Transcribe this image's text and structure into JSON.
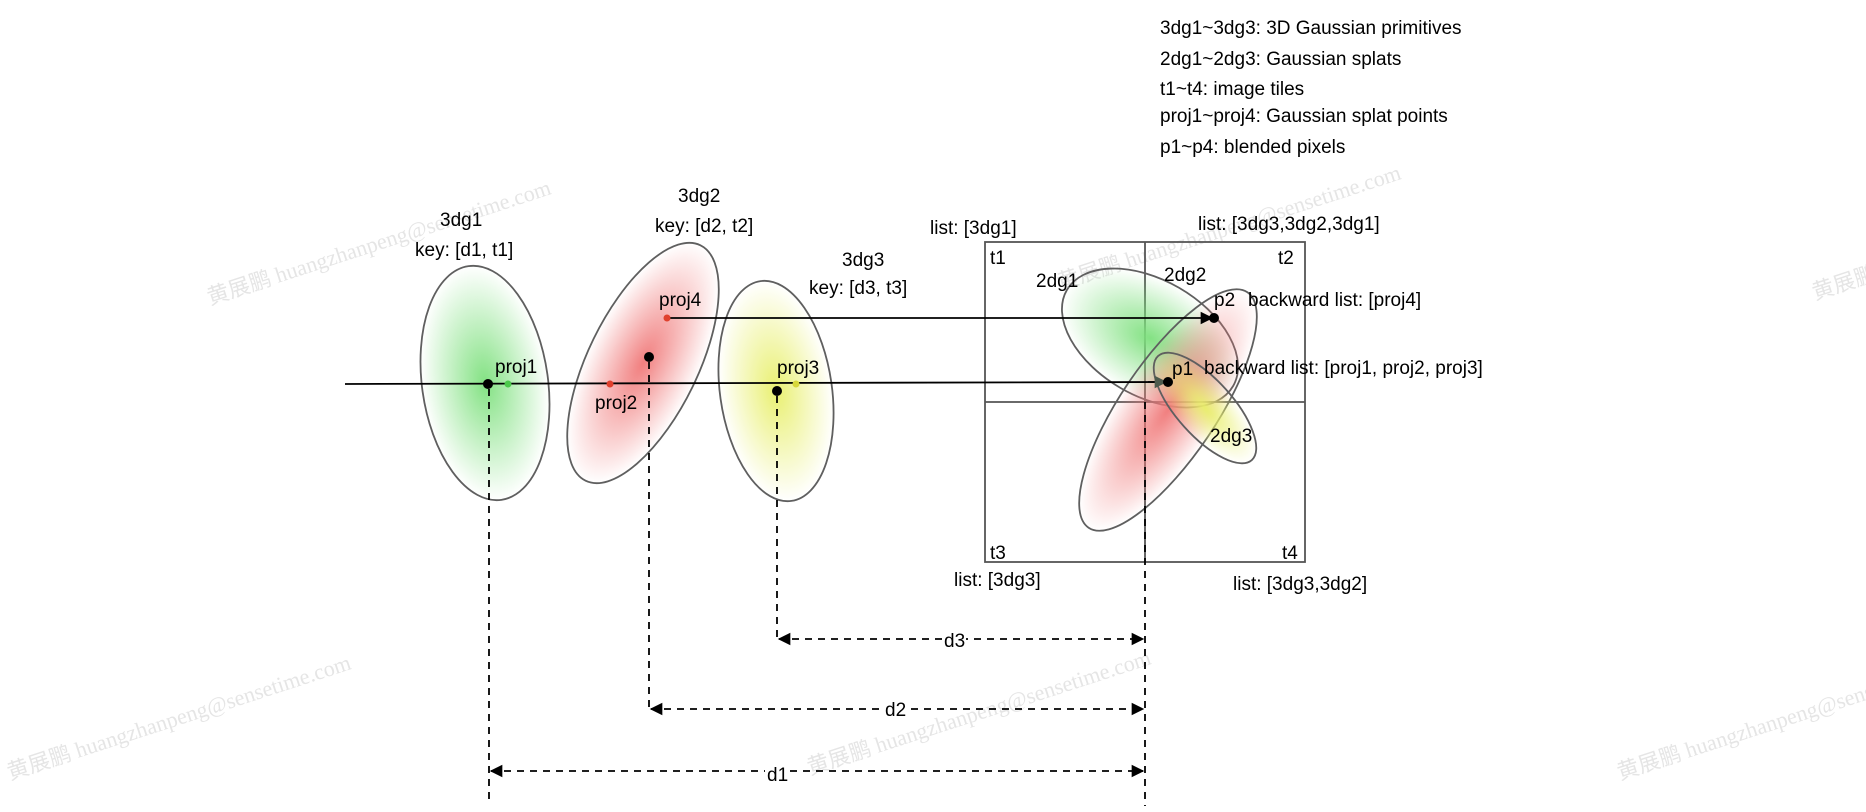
{
  "legend": {
    "line1": "3dg1~3dg3: 3D Gaussian primitives",
    "line2": "2dg1~2dg3: Gaussian splats",
    "line3": "t1~t4: image tiles",
    "line4": "proj1~proj4:  Gaussian splat points",
    "line5": "p1~p4:  blended pixels"
  },
  "primitives": {
    "g1_name": "3dg1",
    "g1_key": "key: [d1, t1]",
    "g2_name": "3dg2",
    "g2_key": "key: [d2, t2]",
    "g3_name": "3dg3",
    "g3_key": "key: [d3, t3]"
  },
  "points": {
    "proj1": "proj1",
    "proj2": "proj2",
    "proj3": "proj3",
    "proj4": "proj4",
    "p1": "p1",
    "p2": "p2"
  },
  "splats": {
    "s1": "2dg1",
    "s2": "2dg2",
    "s3": "2dg3"
  },
  "tiles": {
    "t1": "t1",
    "t2": "t2",
    "t3": "t3",
    "t4": "t4",
    "t1_list": "list: [3dg1]",
    "t2_list": "list: [3dg3,3dg2,3dg1]",
    "t3_list": "list: [3dg3]",
    "t4_list": "list: [3dg3,3dg2]"
  },
  "backward": {
    "p2_list": "backward list: [proj4]",
    "p1_list": "backward list: [proj1, proj2, proj3]"
  },
  "distances": {
    "d1": "d1",
    "d2": "d2",
    "d3": "d3"
  },
  "watermark": "黄展鹏 huangzhanpeng@sensetime.com",
  "colors": {
    "green": "#7de07d",
    "red": "#f07878",
    "yellow": "#e8ef6a",
    "proj_green": "#4cc94c",
    "proj_red": "#e0402d",
    "proj_yellow": "#d7d73c"
  }
}
